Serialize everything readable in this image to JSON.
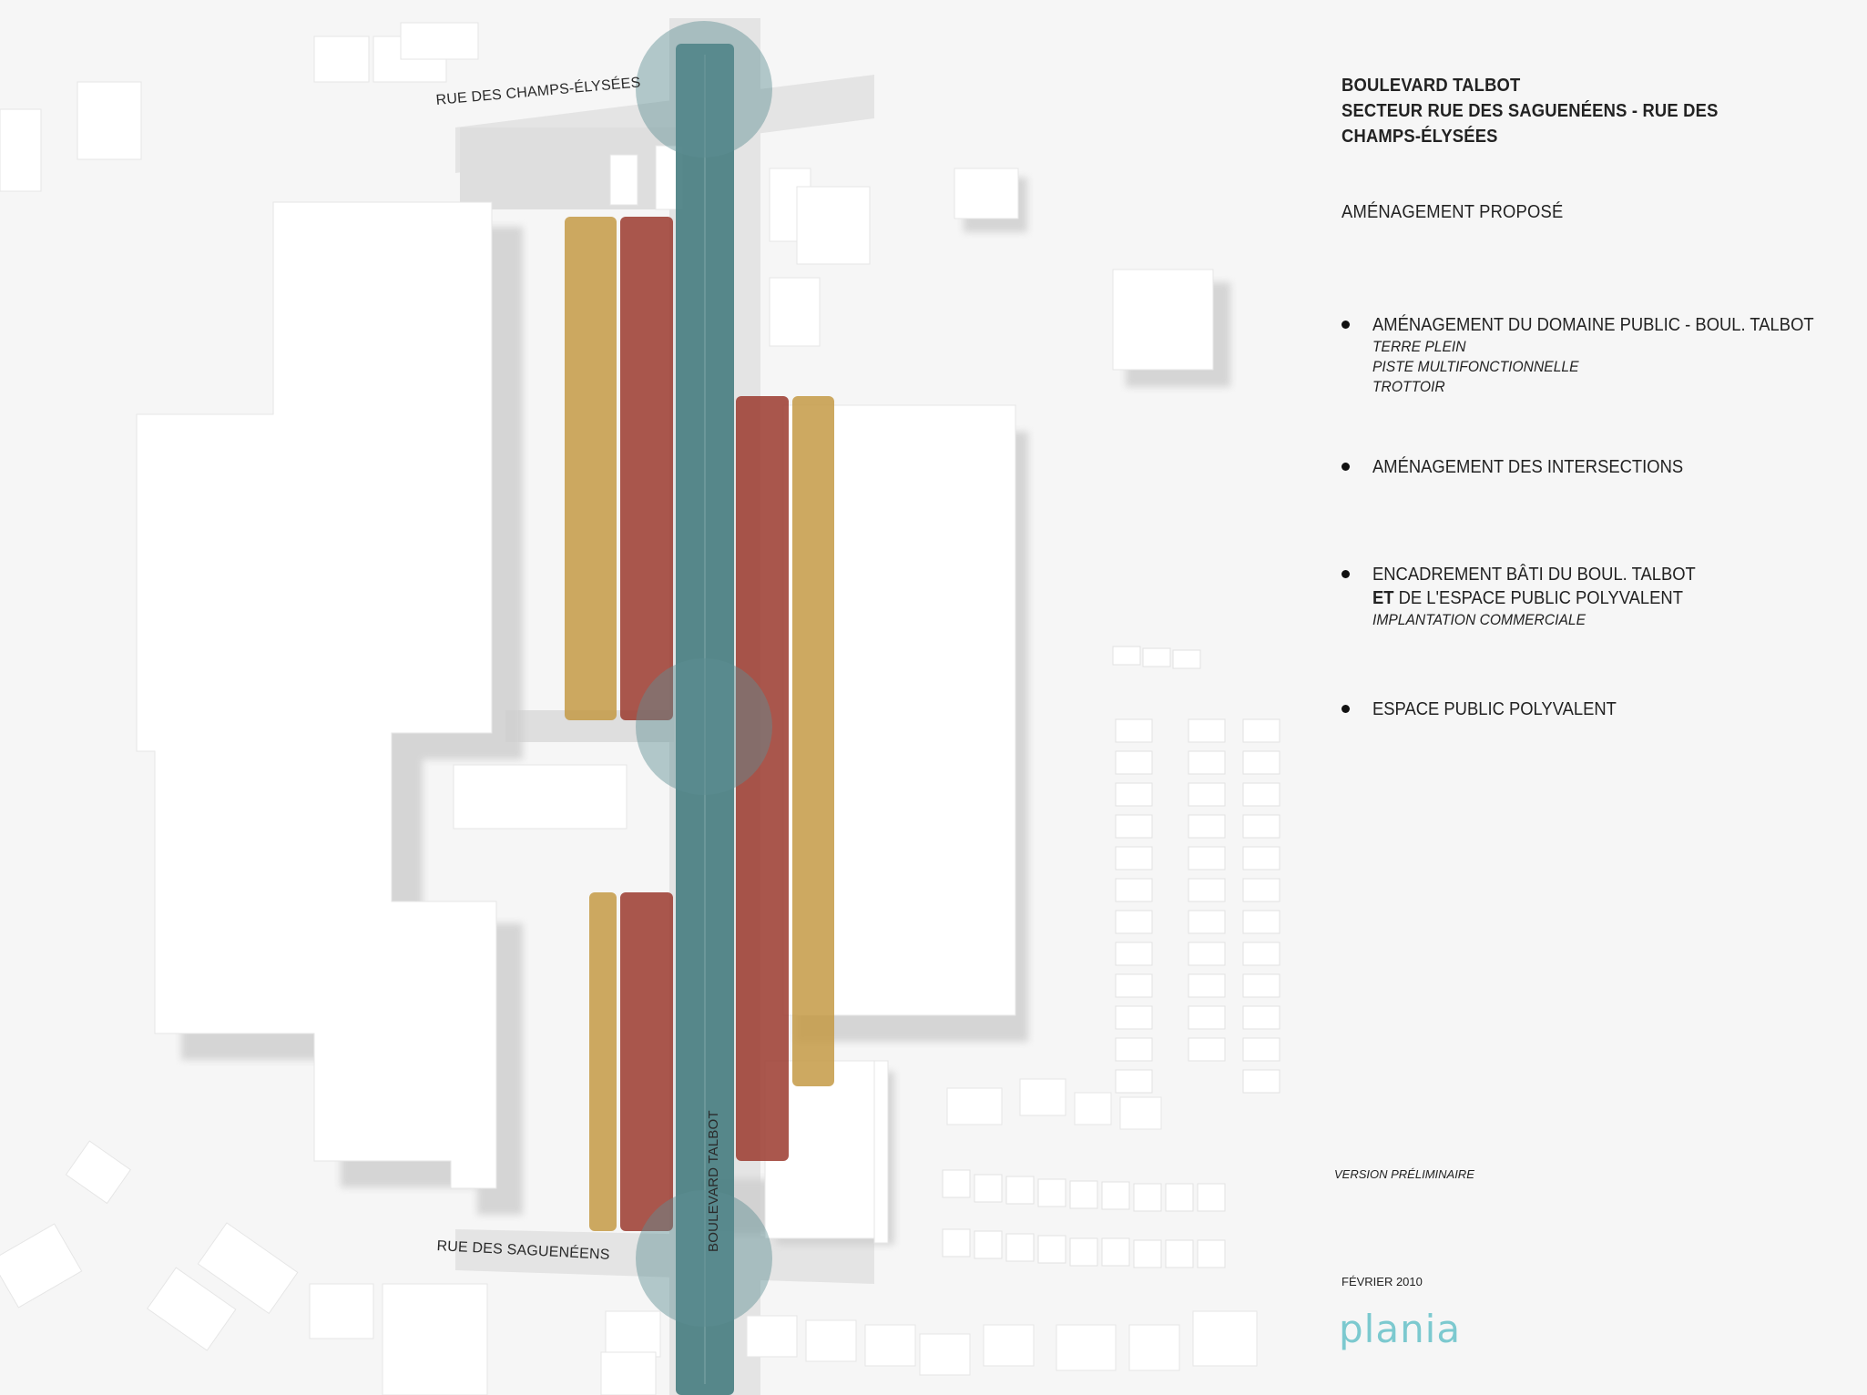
{
  "streets": {
    "champs_elysees": "RUE DES CHAMPS-ÉLYSÉES",
    "sagueneens": "RUE DES SAGUENÉENS",
    "talbot": "BOULEVARD TALBOT"
  },
  "legend": {
    "title_lines": [
      "BOULEVARD TALBOT",
      "SECTEUR RUE DES SAGUENÉENS - RUE DES",
      "CHAMPS-ÉLYSÉES"
    ],
    "subtitle": "AMÉNAGEMENT PROPOSÉ",
    "items": [
      {
        "main": "AMÉNAGEMENT DU DOMAINE PUBLIC - BOUL. TALBOT",
        "subs": [
          "TERRE PLEIN",
          "PISTE MULTIFONCTIONNELLE",
          "TROTTOIR"
        ]
      },
      {
        "main": "AMÉNAGEMENT DES INTERSECTIONS",
        "subs": []
      },
      {
        "main_bold_prefix": "",
        "main": "ENCADREMENT BÂTI DU BOUL. TALBOT",
        "main2_bold": "ET",
        "main2": " DE L'ESPACE PUBLIC POLYVALENT",
        "subs": [
          "IMPLANTATION COMMERCIALE"
        ]
      },
      {
        "main": "ESPACE PUBLIC POLYVALENT",
        "subs": []
      }
    ]
  },
  "version": "VERSION PRÉLIMINAIRE",
  "date": "FÉVRIER 2010",
  "logo": "plania",
  "colors": {
    "background": "#f6f6f6",
    "building": "#ffffff",
    "building_shadow": "#d9d9d9",
    "road": "#e6e6e6",
    "public_domain": "#4a7f82",
    "intersection": "#5d8f92",
    "built_frame": "#9b3a2e",
    "public_space": "#c49a45",
    "logo": "#7cc9cf"
  },
  "icons": {
    "bullet": "bullet-dot-icon"
  }
}
